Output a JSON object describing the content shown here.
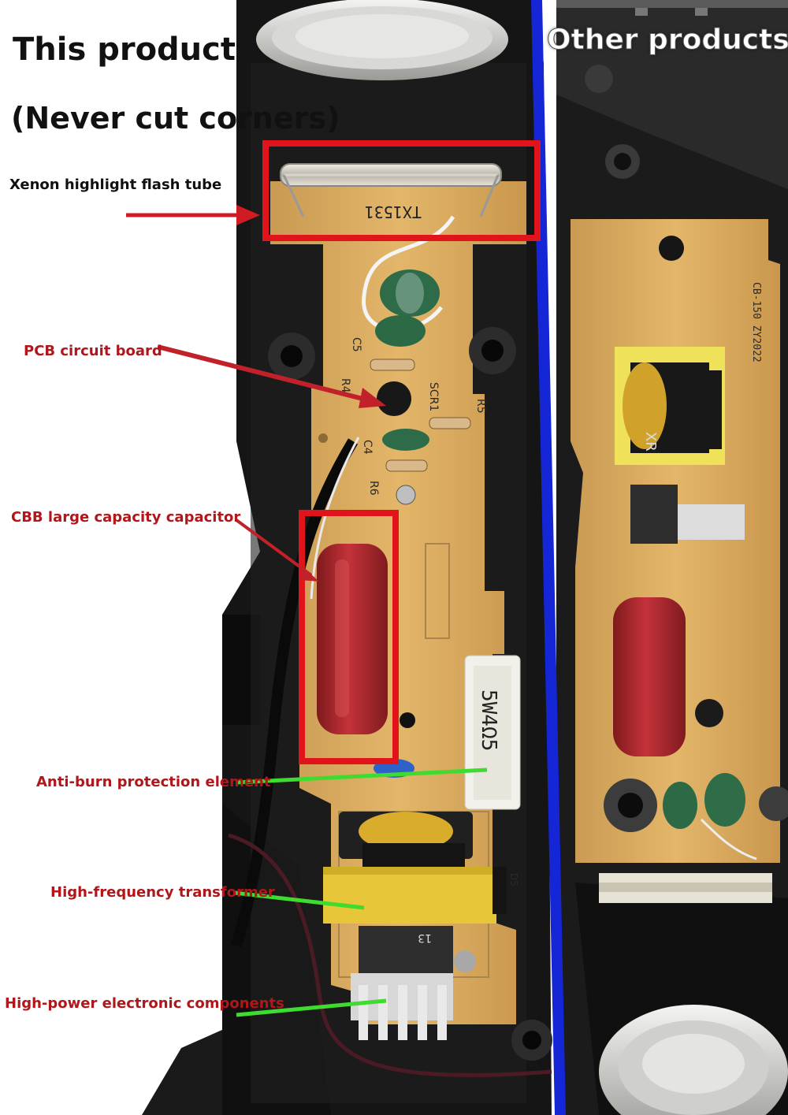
{
  "headings": {
    "this_product": "This product",
    "never_cut": "(Never cut corners)",
    "other_products": "Other products"
  },
  "callouts": {
    "flash_tube": "Xenon highlight flash tube",
    "pcb": "PCB circuit board",
    "capacitor": "CBB large capacity capacitor",
    "anti_burn": "Anti-burn protection element",
    "transformer": "High-frequency transformer",
    "power_components": "High-power electronic components"
  },
  "component_marks": {
    "tube_label": "TX1531",
    "resistor_label": "5W4Ω5",
    "left_silk": [
      "C5",
      "R4",
      "SCR1",
      "R5",
      "C4",
      "R6",
      "D5",
      "13"
    ],
    "right_board_label": "CB-150 ZY2022",
    "right_transformer_label": "XR"
  },
  "colors": {
    "highlight_red": "#e0141a",
    "callout_red": "#b0161a",
    "pointer_green": "#3ddc2f",
    "divider_blue": "#1526d6",
    "pcb_tan": "#e3b66a"
  }
}
